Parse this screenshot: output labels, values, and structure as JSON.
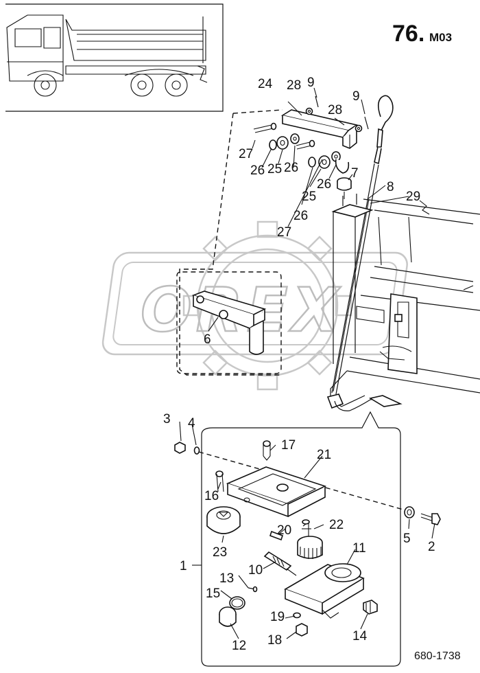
{
  "header": {
    "page_number": "76.",
    "page_suffix": "M03"
  },
  "footer": {
    "document_number": "680-1738"
  },
  "watermark": {
    "text": "OREX",
    "color": "#bdbdbd"
  },
  "callouts": {
    "c1": "1",
    "c2": "2",
    "c3": "3",
    "c4": "4",
    "c5": "5",
    "c6": "6",
    "c7": "7",
    "c8": "8",
    "c9a": "9",
    "c9b": "9",
    "c10": "10",
    "c11": "11",
    "c12": "12",
    "c13": "13",
    "c14": "14",
    "c15": "15",
    "c16": "16",
    "c17": "17",
    "c18": "18",
    "c19": "19",
    "c20": "20",
    "c21": "21",
    "c22": "22",
    "c23": "23",
    "c24": "24",
    "c25a": "25",
    "c25b": "25",
    "c26a": "26",
    "c26b": "26",
    "c26c": "26",
    "c26d": "26",
    "c27a": "27",
    "c27b": "27",
    "c28a": "28",
    "c28b": "28",
    "c29": "29"
  },
  "colors": {
    "ink": "#111111",
    "background": "#ffffff"
  }
}
